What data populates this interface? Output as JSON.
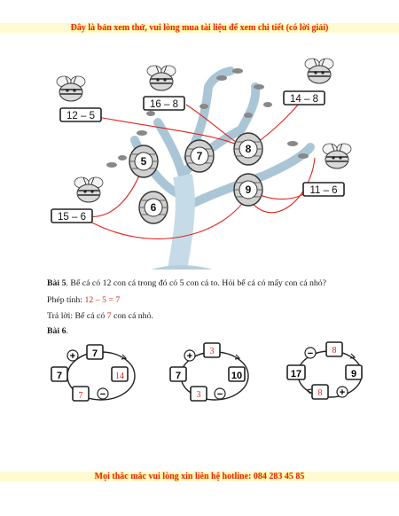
{
  "banner_top": "Đây là bản xem thử, vui lòng mua tài liệu để xem chi tiết (có lời giải)",
  "banner_bottom": "Mọi thắc mắc vui lòng xin liên hệ hotline: 084 283 45 85",
  "matching": {
    "cards": [
      "12 – 5",
      "16 – 8",
      "14 – 8",
      "11 – 6",
      "15 – 6"
    ],
    "hives": [
      "5",
      "7",
      "8",
      "9",
      "6"
    ]
  },
  "bai5": {
    "label": "Bài 5",
    "question": ". Bể cá có 12 con cá trong đó có 5 con cá to. Hỏi bể cá có mấy con cá nhỏ?",
    "calc_label": "Phép tính: ",
    "calc_value": "12 – 5 = 7",
    "answer_prefix": "Trả lời: Bể cá có ",
    "answer_value": "7",
    "answer_suffix": " con cá nhỏ."
  },
  "bai6": {
    "label": "Bài 6",
    "dot": ".",
    "cycles": [
      {
        "top_op": "+",
        "top_val": "7",
        "left_val": "7",
        "right_val": "14",
        "bottom_val": "7",
        "bottom_op": "−"
      },
      {
        "top_op": "+",
        "top_val": "3",
        "left_val": "7",
        "right_val": "10",
        "bottom_val": "3",
        "bottom_op": "−"
      },
      {
        "top_op": "−",
        "top_val": "8",
        "left_val": "17",
        "right_val": "9",
        "bottom_val": "8",
        "bottom_op": "+"
      }
    ]
  },
  "colors": {
    "red": "#e0241b",
    "banner_red": "#e8261a",
    "tree": "#c5dce8"
  }
}
